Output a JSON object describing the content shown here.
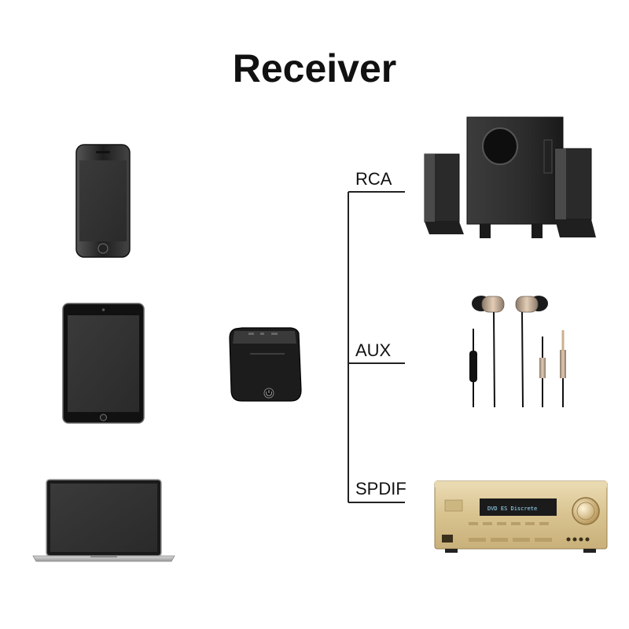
{
  "title": "Receiver",
  "outputs": [
    {
      "label": "RCA",
      "device": "speaker-system"
    },
    {
      "label": "AUX",
      "device": "earphones"
    },
    {
      "label": "SPDIF",
      "device": "av-receiver-amplifier"
    }
  ],
  "sources": [
    "smartphone",
    "tablet",
    "laptop"
  ],
  "hub": "bluetooth-receiver",
  "amp_display": "DVD ES Discrete",
  "colors": {
    "line": "#222222",
    "device_dark": "#2b2b2b",
    "amp_gold": "#d9c69a",
    "earphone_metal": "#c8a98a"
  }
}
